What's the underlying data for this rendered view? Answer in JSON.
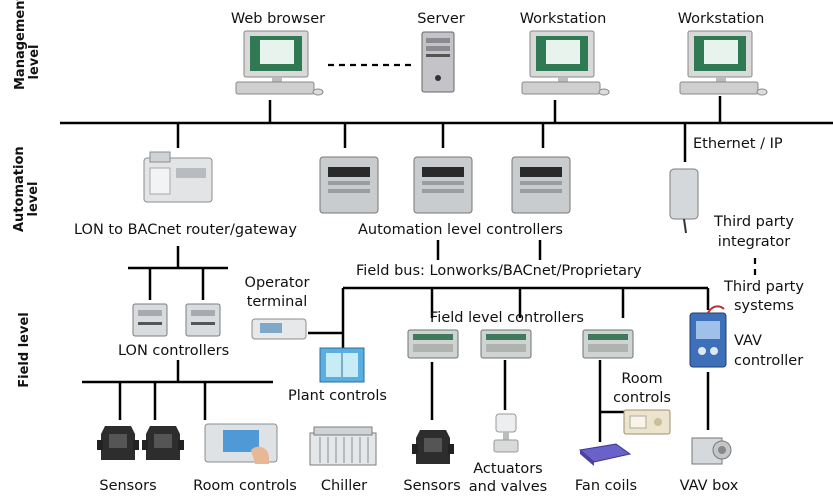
{
  "levels": {
    "management_line1": "Management",
    "management_line2": "level",
    "automation_line1": "Automation",
    "automation_line2": "level",
    "field": "Field level"
  },
  "management": {
    "web_browser": "Web browser",
    "server": "Server",
    "workstation_1": "Workstation",
    "workstation_2": "Workstation"
  },
  "network": {
    "ethernet": "Ethernet / IP",
    "field_bus": "Field bus: Lonworks/BACnet/Proprietary"
  },
  "automation": {
    "router": "LON to BACnet router/gateway",
    "controllers": "Automation level controllers",
    "third_party_line1": "Third party",
    "third_party_line2": "integrator",
    "third_party_systems_line1": "Third party",
    "third_party_systems_line2": "systems"
  },
  "field": {
    "operator_line1": "Operator",
    "operator_line2": "terminal",
    "lon_controllers": "LON controllers",
    "plant_controls": "Plant controls",
    "field_level_controllers": "Field level controllers",
    "room_controls_line1": "Room",
    "room_controls_line2": "controls",
    "vav_line1": "VAV",
    "vav_line2": "controller"
  },
  "bottom": {
    "sensors_1": "Sensors",
    "room_controls": "Room controls",
    "chiller": "Chiller",
    "sensors_2": "Sensors",
    "actuators_line1": "Actuators",
    "actuators_line2": "and valves",
    "fan_coils": "Fan coils",
    "vav_box": "VAV box"
  }
}
